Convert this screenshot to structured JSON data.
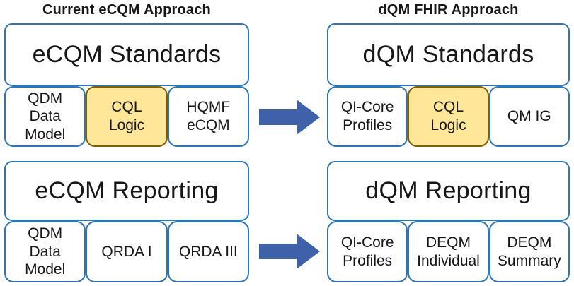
{
  "left": {
    "title": "Current eCQM Approach",
    "standards": {
      "header": "eCQM Standards",
      "items": [
        "QDM\nData\nModel",
        "CQL\nLogic",
        "HQMF\neCQM"
      ]
    },
    "reporting": {
      "header": "eCQM Reporting",
      "items": [
        "QDM\nData\nModel",
        "QRDA I",
        "QRDA III"
      ]
    }
  },
  "right": {
    "title": "dQM FHIR Approach",
    "standards": {
      "header": "dQM Standards",
      "items": [
        "QI-Core\nProfiles",
        "CQL\nLogic",
        "QM IG"
      ]
    },
    "reporting": {
      "header": "dQM Reporting",
      "items": [
        "QI-Core\nProfiles",
        "DEQM\nIndividual",
        "DEQM\nSummary"
      ]
    }
  },
  "colors": {
    "box_border": "#2E75B6",
    "highlight_fill": "#FFE699",
    "highlight_border": "#7F6000",
    "arrow": "#3E61AA",
    "text": "#171717"
  }
}
